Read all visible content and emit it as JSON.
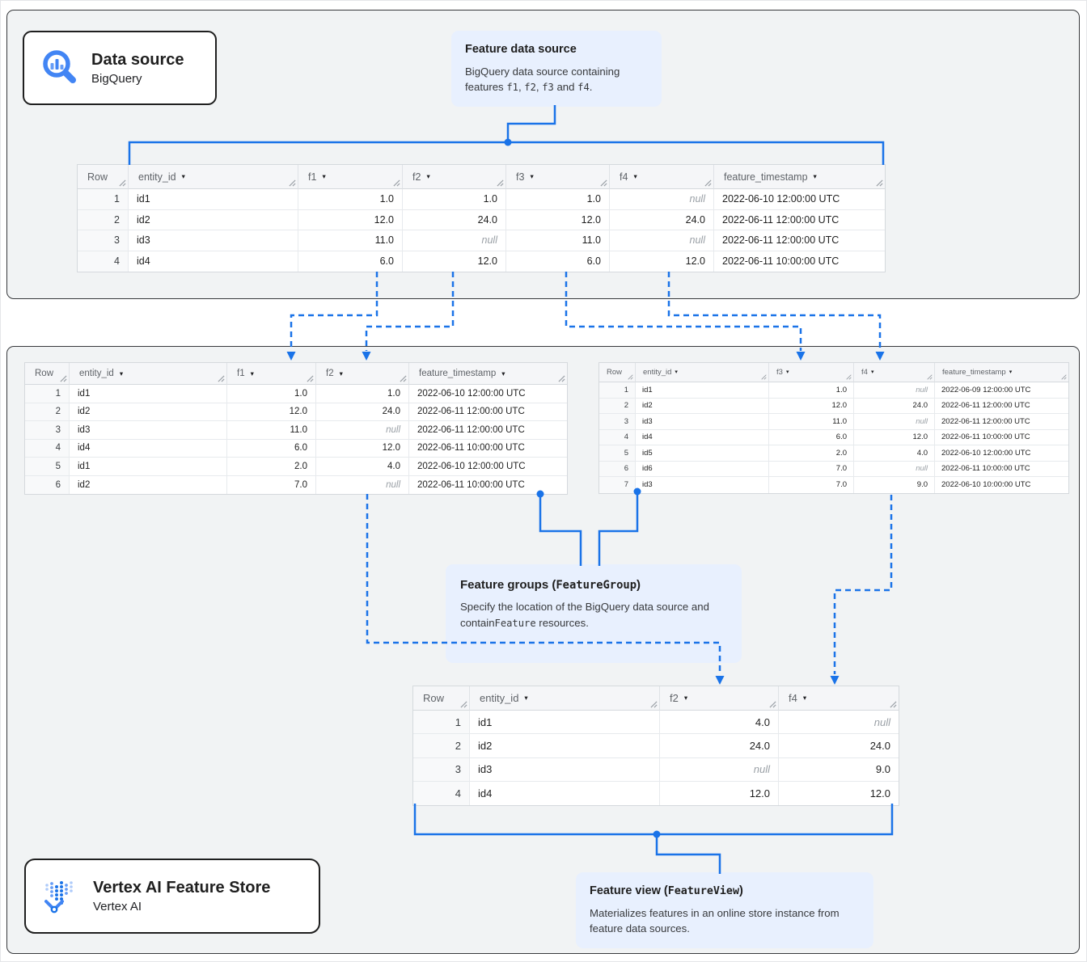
{
  "colors": {
    "connector_blue": "#1a73e8",
    "callout_bg": "#e8f0fe",
    "panel_bg": "#f1f3f4",
    "table_border": "#d5d9dd",
    "null_gray": "#9aa0a6"
  },
  "cards": {
    "data_source": {
      "title": "Data source",
      "subtitle": "BigQuery",
      "icon": "bigquery-magnifier-icon"
    },
    "feature_store": {
      "title": "Vertex AI Feature Store",
      "subtitle": "Vertex AI",
      "icon": "vertex-ai-icon"
    }
  },
  "callouts": {
    "feature_data_source": {
      "title_segments": [
        {
          "t": "Feature data source"
        }
      ],
      "body_segments": [
        {
          "t": "BigQuery data source containing features "
        },
        {
          "t": "f1",
          "mono": true
        },
        {
          "t": ", "
        },
        {
          "t": "f2",
          "mono": true
        },
        {
          "t": ", "
        },
        {
          "t": "f3",
          "mono": true
        },
        {
          "t": " and "
        },
        {
          "t": "f4",
          "mono": true
        },
        {
          "t": "."
        }
      ]
    },
    "feature_groups": {
      "title_segments": [
        {
          "t": "Feature groups ("
        },
        {
          "t": "FeatureGroup",
          "mono": true
        },
        {
          "t": ")"
        }
      ],
      "body_segments": [
        {
          "t": "Specify the location of the BigQuery data source and contain"
        },
        {
          "t": "Feature",
          "mono": true
        },
        {
          "t": " resources."
        }
      ]
    },
    "feature_view": {
      "title_segments": [
        {
          "t": "Feature view ("
        },
        {
          "t": "FeatureView",
          "mono": true
        },
        {
          "t": ")"
        }
      ],
      "body_segments": [
        {
          "t": "Materializes features in an online store instance from feature data sources."
        }
      ]
    }
  },
  "tables": {
    "source": {
      "columns": [
        {
          "label": "Row",
          "align": "right"
        },
        {
          "label": "entity_id",
          "sort": true,
          "align": "left"
        },
        {
          "label": "f1",
          "sort": true,
          "align": "right"
        },
        {
          "label": "f2",
          "sort": true,
          "align": "right"
        },
        {
          "label": "f3",
          "sort": true,
          "align": "right"
        },
        {
          "label": "f4",
          "sort": true,
          "align": "right"
        },
        {
          "label": "feature_timestamp",
          "sort": true,
          "align": "left"
        }
      ],
      "rows": [
        [
          "1",
          "id1",
          "1.0",
          "1.0",
          "1.0",
          "null",
          "2022-06-10 12:00:00 UTC"
        ],
        [
          "2",
          "id2",
          "12.0",
          "24.0",
          "12.0",
          "24.0",
          "2022-06-11 12:00:00 UTC"
        ],
        [
          "3",
          "id3",
          "11.0",
          "null",
          "11.0",
          "null",
          "2022-06-11 12:00:00 UTC"
        ],
        [
          "4",
          "id4",
          "6.0",
          "12.0",
          "6.0",
          "12.0",
          "2022-06-11 10:00:00 UTC"
        ]
      ]
    },
    "group1": {
      "columns": [
        {
          "label": "Row",
          "align": "right"
        },
        {
          "label": "entity_id",
          "sort": true,
          "align": "left"
        },
        {
          "label": "f1",
          "sort": true,
          "align": "right"
        },
        {
          "label": "f2",
          "sort": true,
          "align": "right"
        },
        {
          "label": "feature_timestamp",
          "sort": true,
          "align": "left"
        }
      ],
      "rows": [
        [
          "1",
          "id1",
          "1.0",
          "1.0",
          "2022-06-10 12:00:00 UTC"
        ],
        [
          "2",
          "id2",
          "12.0",
          "24.0",
          "2022-06-11 12:00:00 UTC"
        ],
        [
          "3",
          "id3",
          "11.0",
          "null",
          "2022-06-11 12:00:00 UTC"
        ],
        [
          "4",
          "id4",
          "6.0",
          "12.0",
          "2022-06-11 10:00:00 UTC"
        ],
        [
          "5",
          "id1",
          "2.0",
          "4.0",
          "2022-06-10 12:00:00 UTC"
        ],
        [
          "6",
          "id2",
          "7.0",
          "null",
          "2022-06-11 10:00:00 UTC"
        ]
      ]
    },
    "group2": {
      "columns": [
        {
          "label": "Row",
          "align": "right"
        },
        {
          "label": "entity_id",
          "sort": true,
          "align": "left"
        },
        {
          "label": "f3",
          "sort": true,
          "align": "right"
        },
        {
          "label": "f4",
          "sort": true,
          "align": "right"
        },
        {
          "label": "feature_timestamp",
          "sort": true,
          "align": "left"
        }
      ],
      "rows": [
        [
          "1",
          "id1",
          "1.0",
          "null",
          "2022-06-09 12:00:00 UTC"
        ],
        [
          "2",
          "id2",
          "12.0",
          "24.0",
          "2022-06-11 12:00:00 UTC"
        ],
        [
          "3",
          "id3",
          "11.0",
          "null",
          "2022-06-11 12:00:00 UTC"
        ],
        [
          "4",
          "id4",
          "6.0",
          "12.0",
          "2022-06-11 10:00:00 UTC"
        ],
        [
          "5",
          "id5",
          "2.0",
          "4.0",
          "2022-06-10 12:00:00 UTC"
        ],
        [
          "6",
          "id6",
          "7.0",
          "null",
          "2022-06-11 10:00:00 UTC"
        ],
        [
          "7",
          "id3",
          "7.0",
          "9.0",
          "2022-06-10 10:00:00 UTC"
        ]
      ]
    },
    "view": {
      "columns": [
        {
          "label": "Row",
          "align": "right"
        },
        {
          "label": "entity_id",
          "sort": true,
          "align": "left"
        },
        {
          "label": "f2",
          "sort": true,
          "align": "right"
        },
        {
          "label": "f4",
          "sort": true,
          "align": "right"
        }
      ],
      "rows": [
        [
          "1",
          "id1",
          "4.0",
          "null"
        ],
        [
          "2",
          "id2",
          "24.0",
          "24.0"
        ],
        [
          "3",
          "id3",
          "null",
          "9.0"
        ],
        [
          "4",
          "id4",
          "12.0",
          "12.0"
        ]
      ]
    }
  }
}
